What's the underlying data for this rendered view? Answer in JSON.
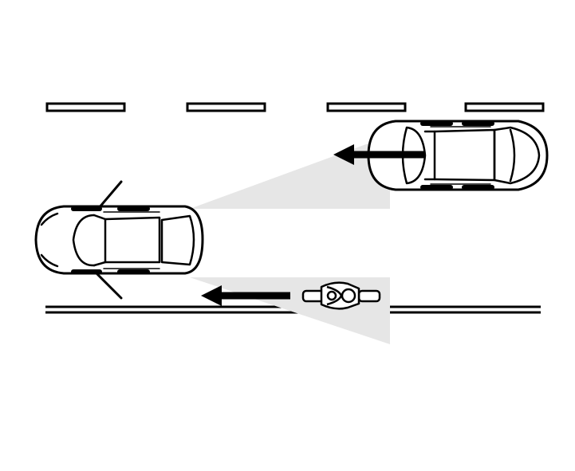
{
  "diagram": {
    "description_labels": [],
    "colors": {
      "line": "#000000",
      "background": "#ffffff",
      "sight_zone": "#e6e6e6",
      "car_fill": "#ffffff"
    },
    "elements": {
      "lane_dashes": "lane-dash",
      "road_edge": "road-edge-line",
      "mirror_zones": [
        "left-mirror-blind-zone",
        "right-mirror-blind-zone"
      ],
      "vehicles": [
        "own-car",
        "overtaking-car",
        "motorcycle"
      ],
      "arrows": [
        "car-direction-arrow",
        "motorcycle-direction-arrow"
      ]
    }
  }
}
